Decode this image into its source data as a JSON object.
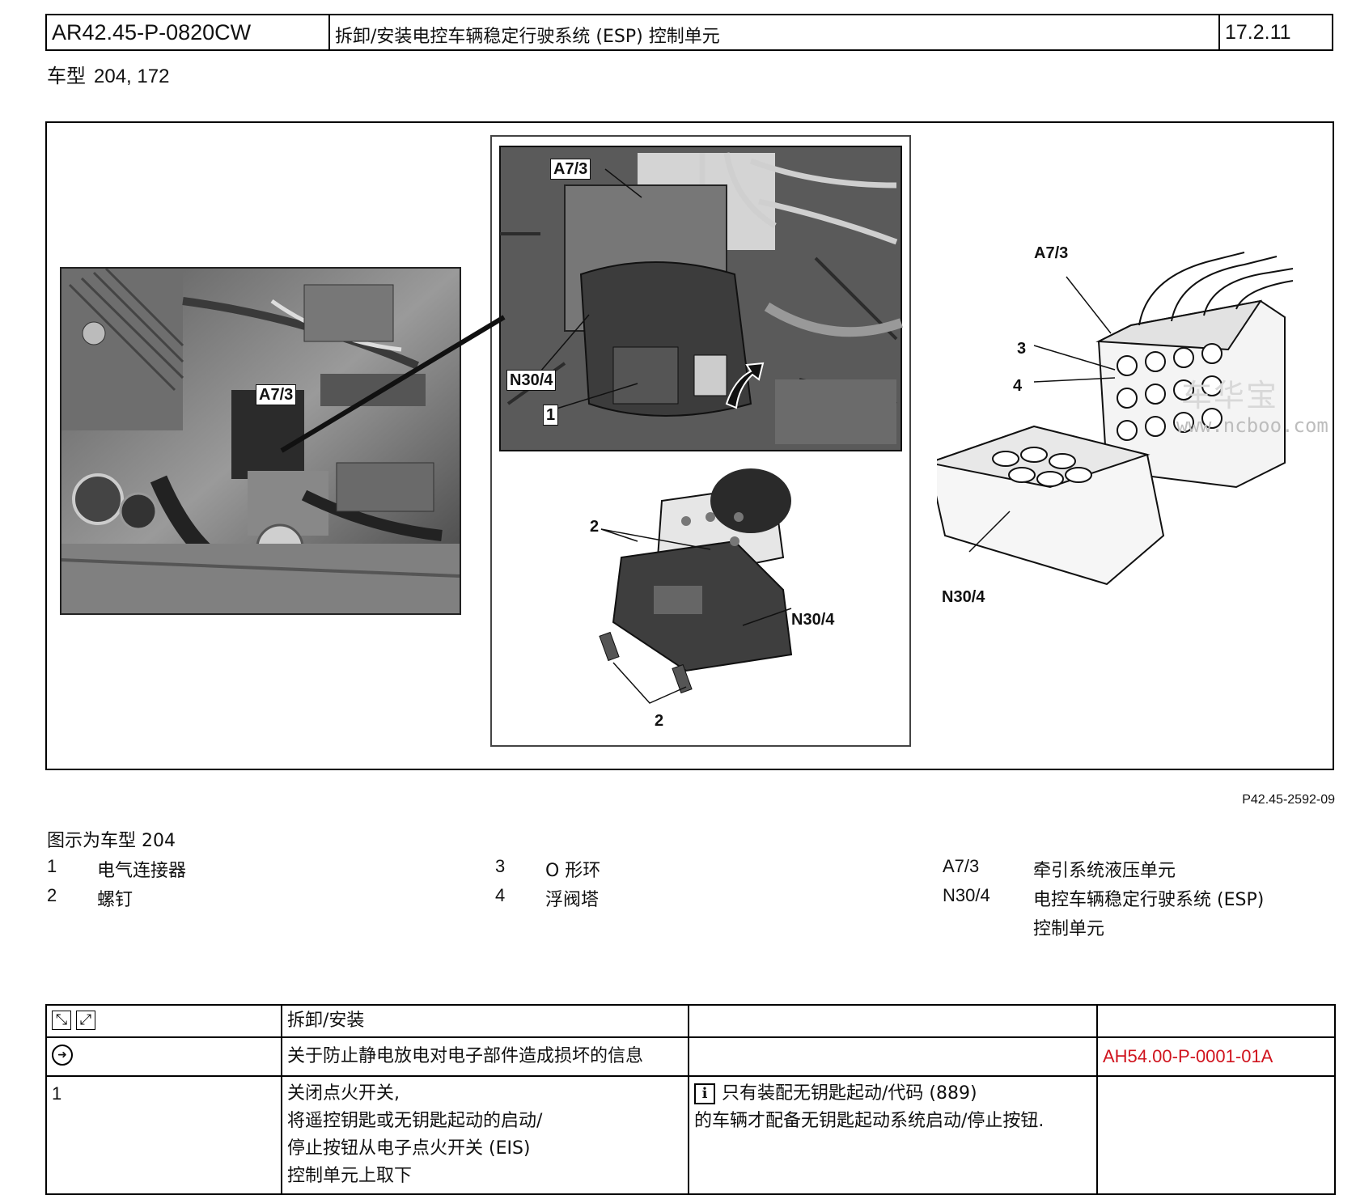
{
  "header": {
    "doc_code": "AR42.45-P-0820CW",
    "title": "拆卸/安装电控车辆稳定行驶系统 (ESP) 控制单元",
    "date": "17.2.11"
  },
  "model_line": {
    "label": "车型",
    "values": "204, 172"
  },
  "figure": {
    "callouts": {
      "a73_left": "A7/3",
      "a73_top": "A7/3",
      "n304_top": "N30/4",
      "one": "1",
      "two_a": "2",
      "two_b": "2",
      "n304_mid": "N30/4",
      "a73_right": "A7/3",
      "three": "3",
      "four": "4",
      "n304_right": "N30/4"
    },
    "watermark_cn": "车华宝",
    "watermark_url": "www.ncboo.com",
    "figure_id": "P42.45-2592-09"
  },
  "caption": "图示为车型 204",
  "legend": [
    {
      "key": "1",
      "text": "电气连接器"
    },
    {
      "key": "2",
      "text": "螺钉"
    },
    {
      "key": "3",
      "text": "O 形环"
    },
    {
      "key": "4",
      "text": "浮阀塔"
    },
    {
      "key": "A7/3",
      "text": "牵引系统液压单元"
    },
    {
      "key": "N30/4",
      "text": "电控车辆稳定行驶系统 (ESP)",
      "text2": "控制单元"
    }
  ],
  "steps_table": {
    "rows": [
      {
        "col1": "",
        "col2": "拆卸/安装",
        "col3": "",
        "col4": ""
      },
      {
        "col1": "",
        "col2": "关于防止静电放电对电子部件造成损坏的信息",
        "col3": "",
        "col4": "AH54.00-P-0001-01A"
      },
      {
        "col1": "1",
        "col2_lines": [
          "关闭点火开关,",
          "将遥控钥匙或无钥匙起动的启动/",
          "停止按钮从电子点火开关 (EIS)",
          "控制单元上取下"
        ],
        "col3_lines": [
          "只有装配无钥匙起动/代码 (889)",
          "的车辆才配备无钥匙起动系统启动/停止按钮."
        ],
        "col4": ""
      }
    ]
  },
  "icons": [
    "expand-icon",
    "collapse-icon",
    "esd-warning-icon",
    "info-icon"
  ]
}
